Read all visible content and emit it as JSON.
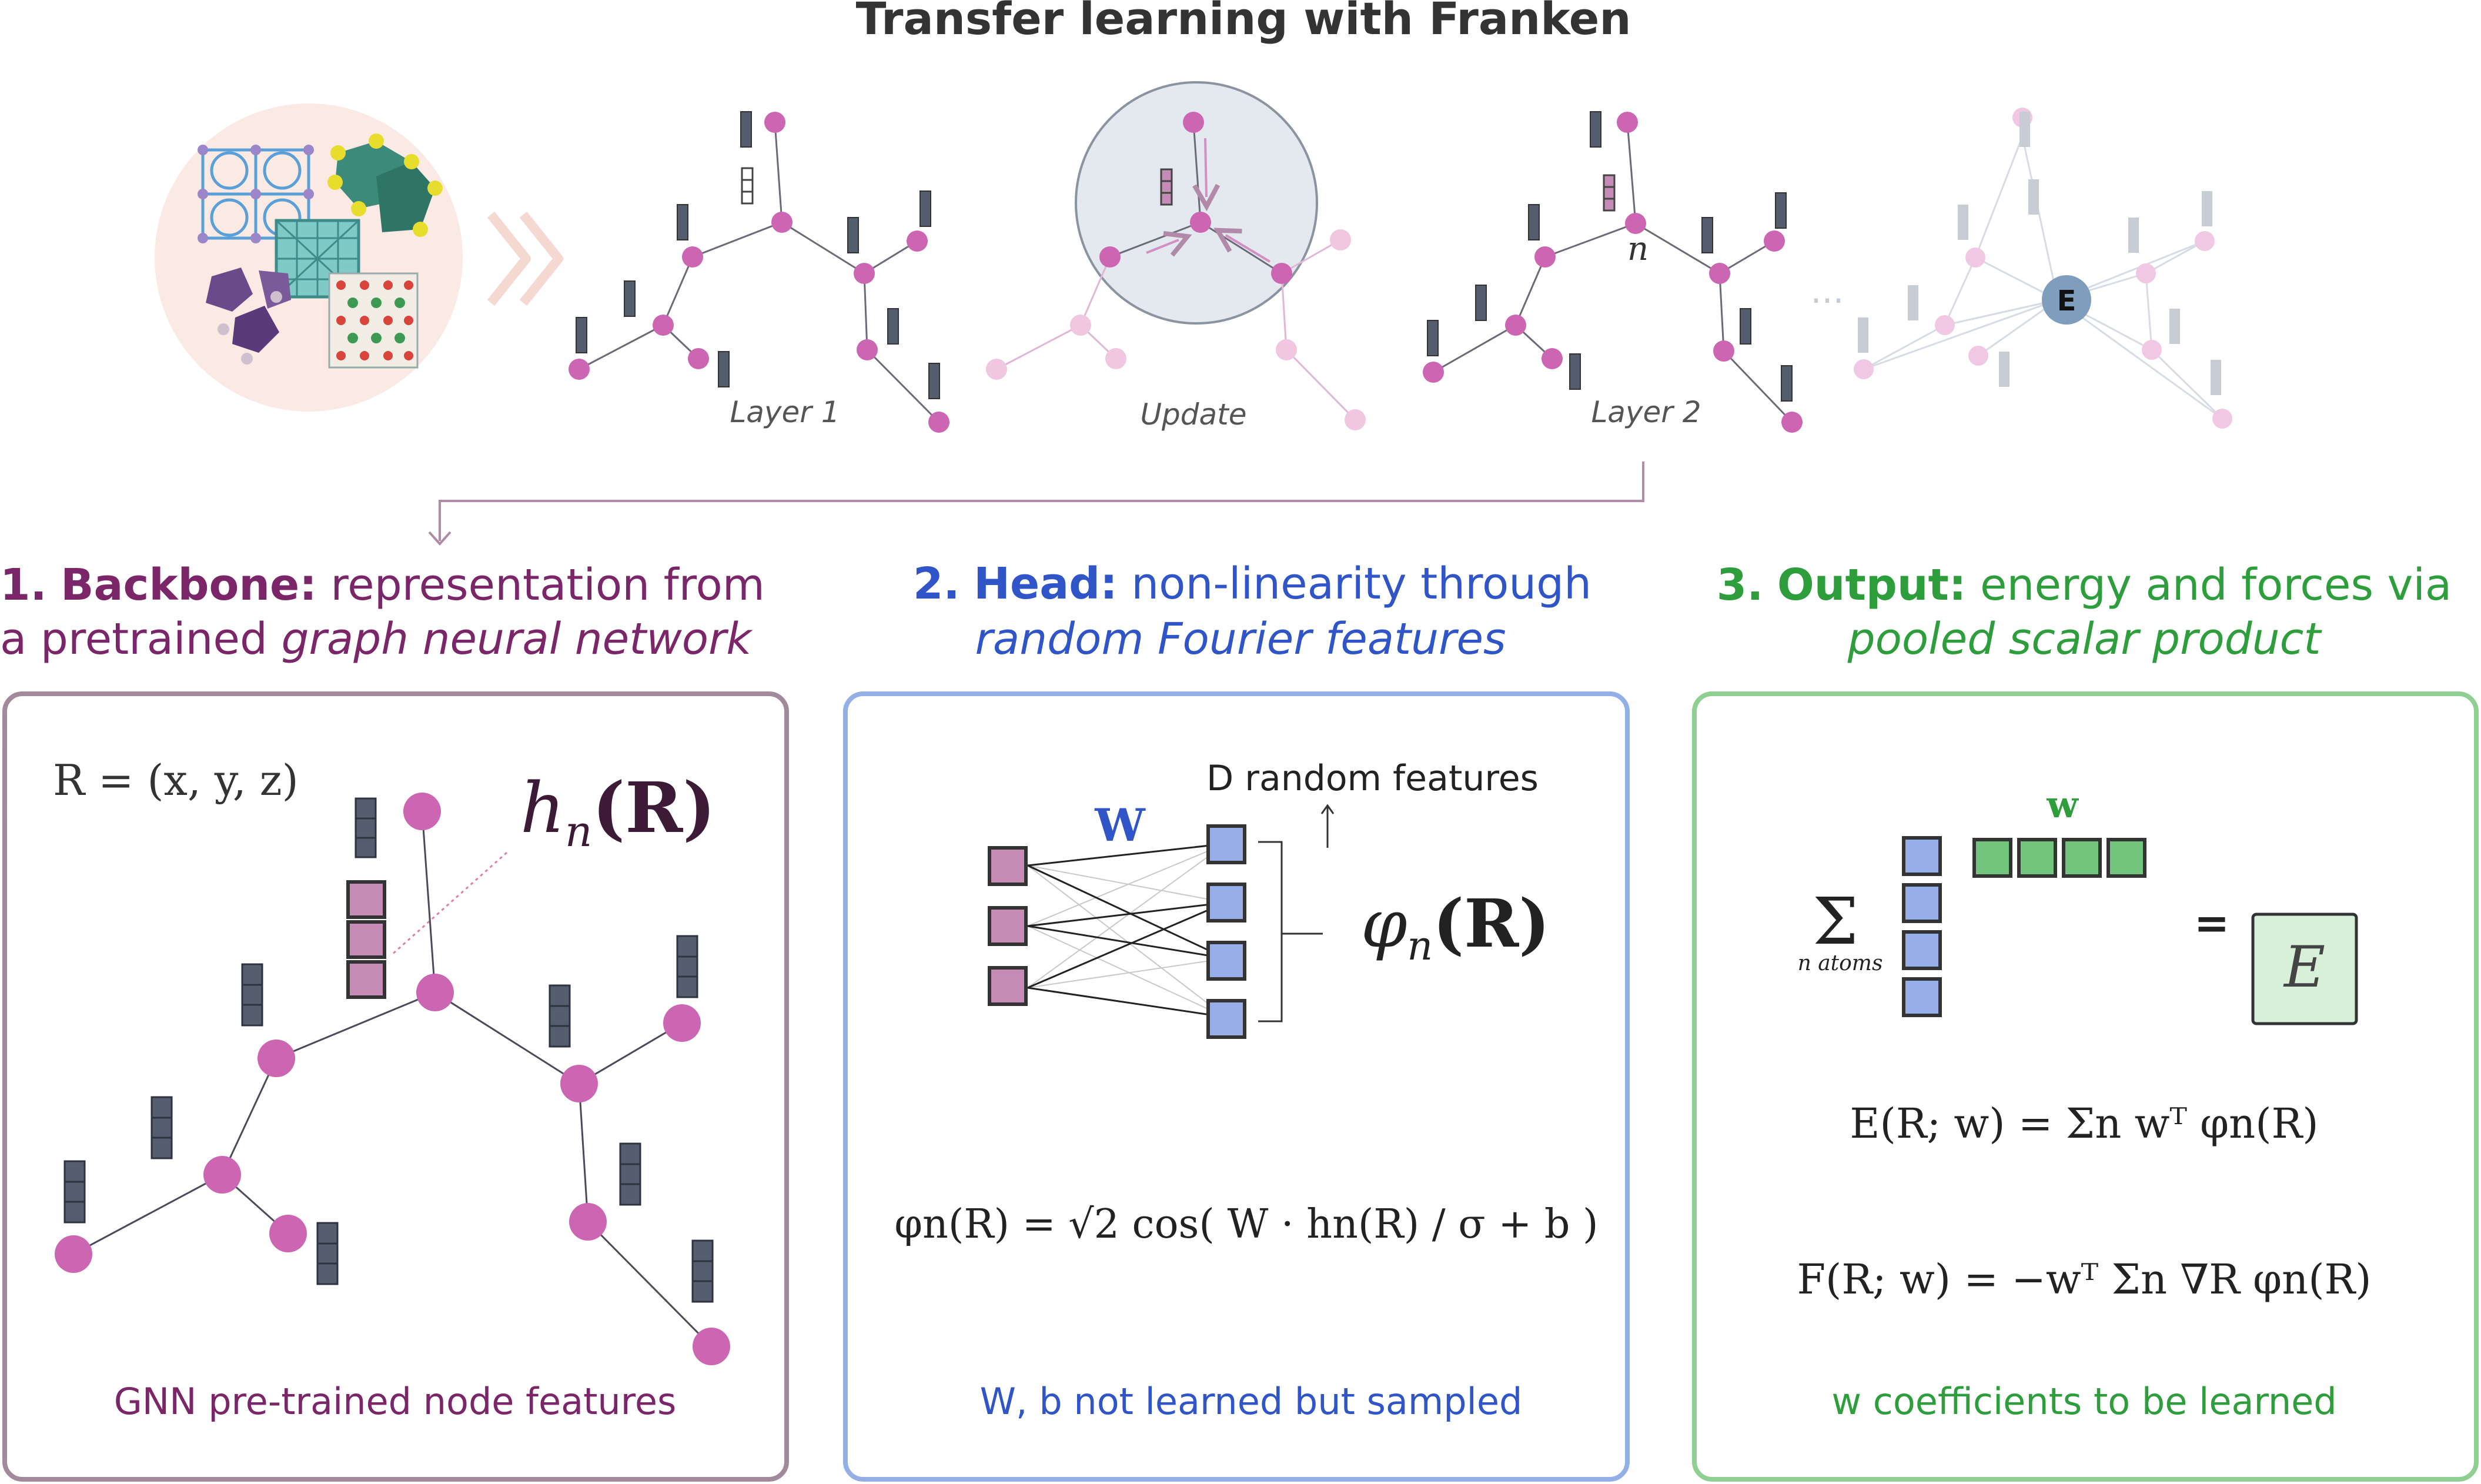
{
  "title": "Transfer learning with Franken",
  "colors": {
    "node": "#cc66b2",
    "feature_dark": "#555e6e",
    "backbone": "#7a2669",
    "head": "#2f55c8",
    "output": "#2e9e3c",
    "panel_backbone_border": "#a38a9b",
    "panel_head_border": "#94aee6",
    "panel_output_border": "#8fcf91",
    "blue_box": "#98aeea",
    "green_box": "#73c47c",
    "pink_box": "#c58cb5"
  },
  "top_row": {
    "stage_labels": [
      "Layer 1",
      "Update",
      "Layer 2"
    ],
    "node_label": "n",
    "ellipsis": "...",
    "energy_node": "E"
  },
  "sections": {
    "backbone": {
      "heading_number": "1.",
      "heading_bold": "Backbone:",
      "heading_line1": "representation from",
      "heading_line2_prefix": "a pretrained",
      "heading_line2_italic": "graph neural network",
      "equation": "R = (x, y, z)",
      "feature_label": "h",
      "feature_sub": "n",
      "feature_arg": "(R)",
      "caption": "GNN pre-trained node features"
    },
    "head": {
      "heading_number": "2.",
      "heading_bold": "Head:",
      "heading_line1": "non-linearity through",
      "heading_line2_italic": "random Fourier features",
      "weight_label": "W",
      "random_features_label": "D random features",
      "phi_label": "φ",
      "phi_sub": "n",
      "phi_arg": "(R)",
      "equation": "φn(R) = √2 cos( W · hn(R) / σ + b )",
      "caption": "W, b not learned but sampled"
    },
    "output": {
      "heading_number": "3.",
      "heading_bold": "Output:",
      "heading_line1": "energy and forces via",
      "heading_line2_italic": "pooled scalar product",
      "weight_label": "w",
      "sum_symbol": "Σ",
      "sum_sub": "n atoms",
      "equals": "=",
      "energy_box": "E",
      "energy_equation": "E(R; w) = Σn wᵀ φn(R)",
      "force_equation": "F(R; w) = −wᵀ Σn ∇R φn(R)",
      "caption": "w coefficients to be learned"
    }
  }
}
